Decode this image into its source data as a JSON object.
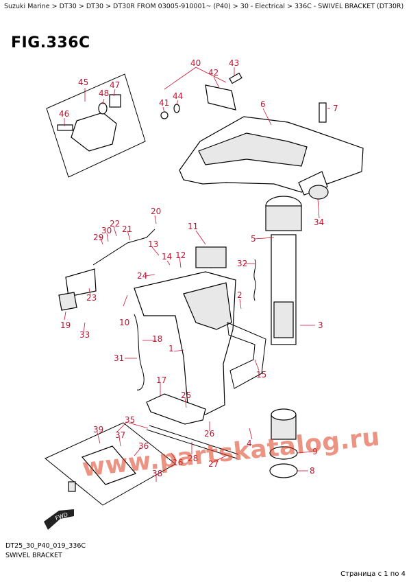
{
  "breadcrumb": "Suzuki Marine > DT30 > DT30 > DT30R FROM 03005-910001~ (P40) > 30 - Electrical > 336C - SWIVEL BRACKET (DT30R)",
  "figure_title": "FIG.336C",
  "diagram_code": "DT25_30_P40_019_336C",
  "diagram_caption": "SWIVEL BRACKET",
  "watermark": "www.partskatalog.ru",
  "fwd_label": "FWD",
  "page_count": "Страница с 1 по 4",
  "callouts": [
    "1",
    "2",
    "3",
    "4",
    "5",
    "6",
    "7",
    "8",
    "9",
    "10",
    "11",
    "12",
    "13",
    "14",
    "15",
    "16",
    "17",
    "18",
    "19",
    "20",
    "21",
    "22",
    "23",
    "24",
    "25",
    "26",
    "27",
    "28",
    "29",
    "30",
    "31",
    "32",
    "33",
    "34",
    "35",
    "36",
    "37",
    "38",
    "39",
    "40",
    "41",
    "42",
    "43",
    "44",
    "45",
    "46",
    "47",
    "48"
  ],
  "colors": {
    "callout": "#c8102e",
    "watermark": "#dc3c1e"
  }
}
